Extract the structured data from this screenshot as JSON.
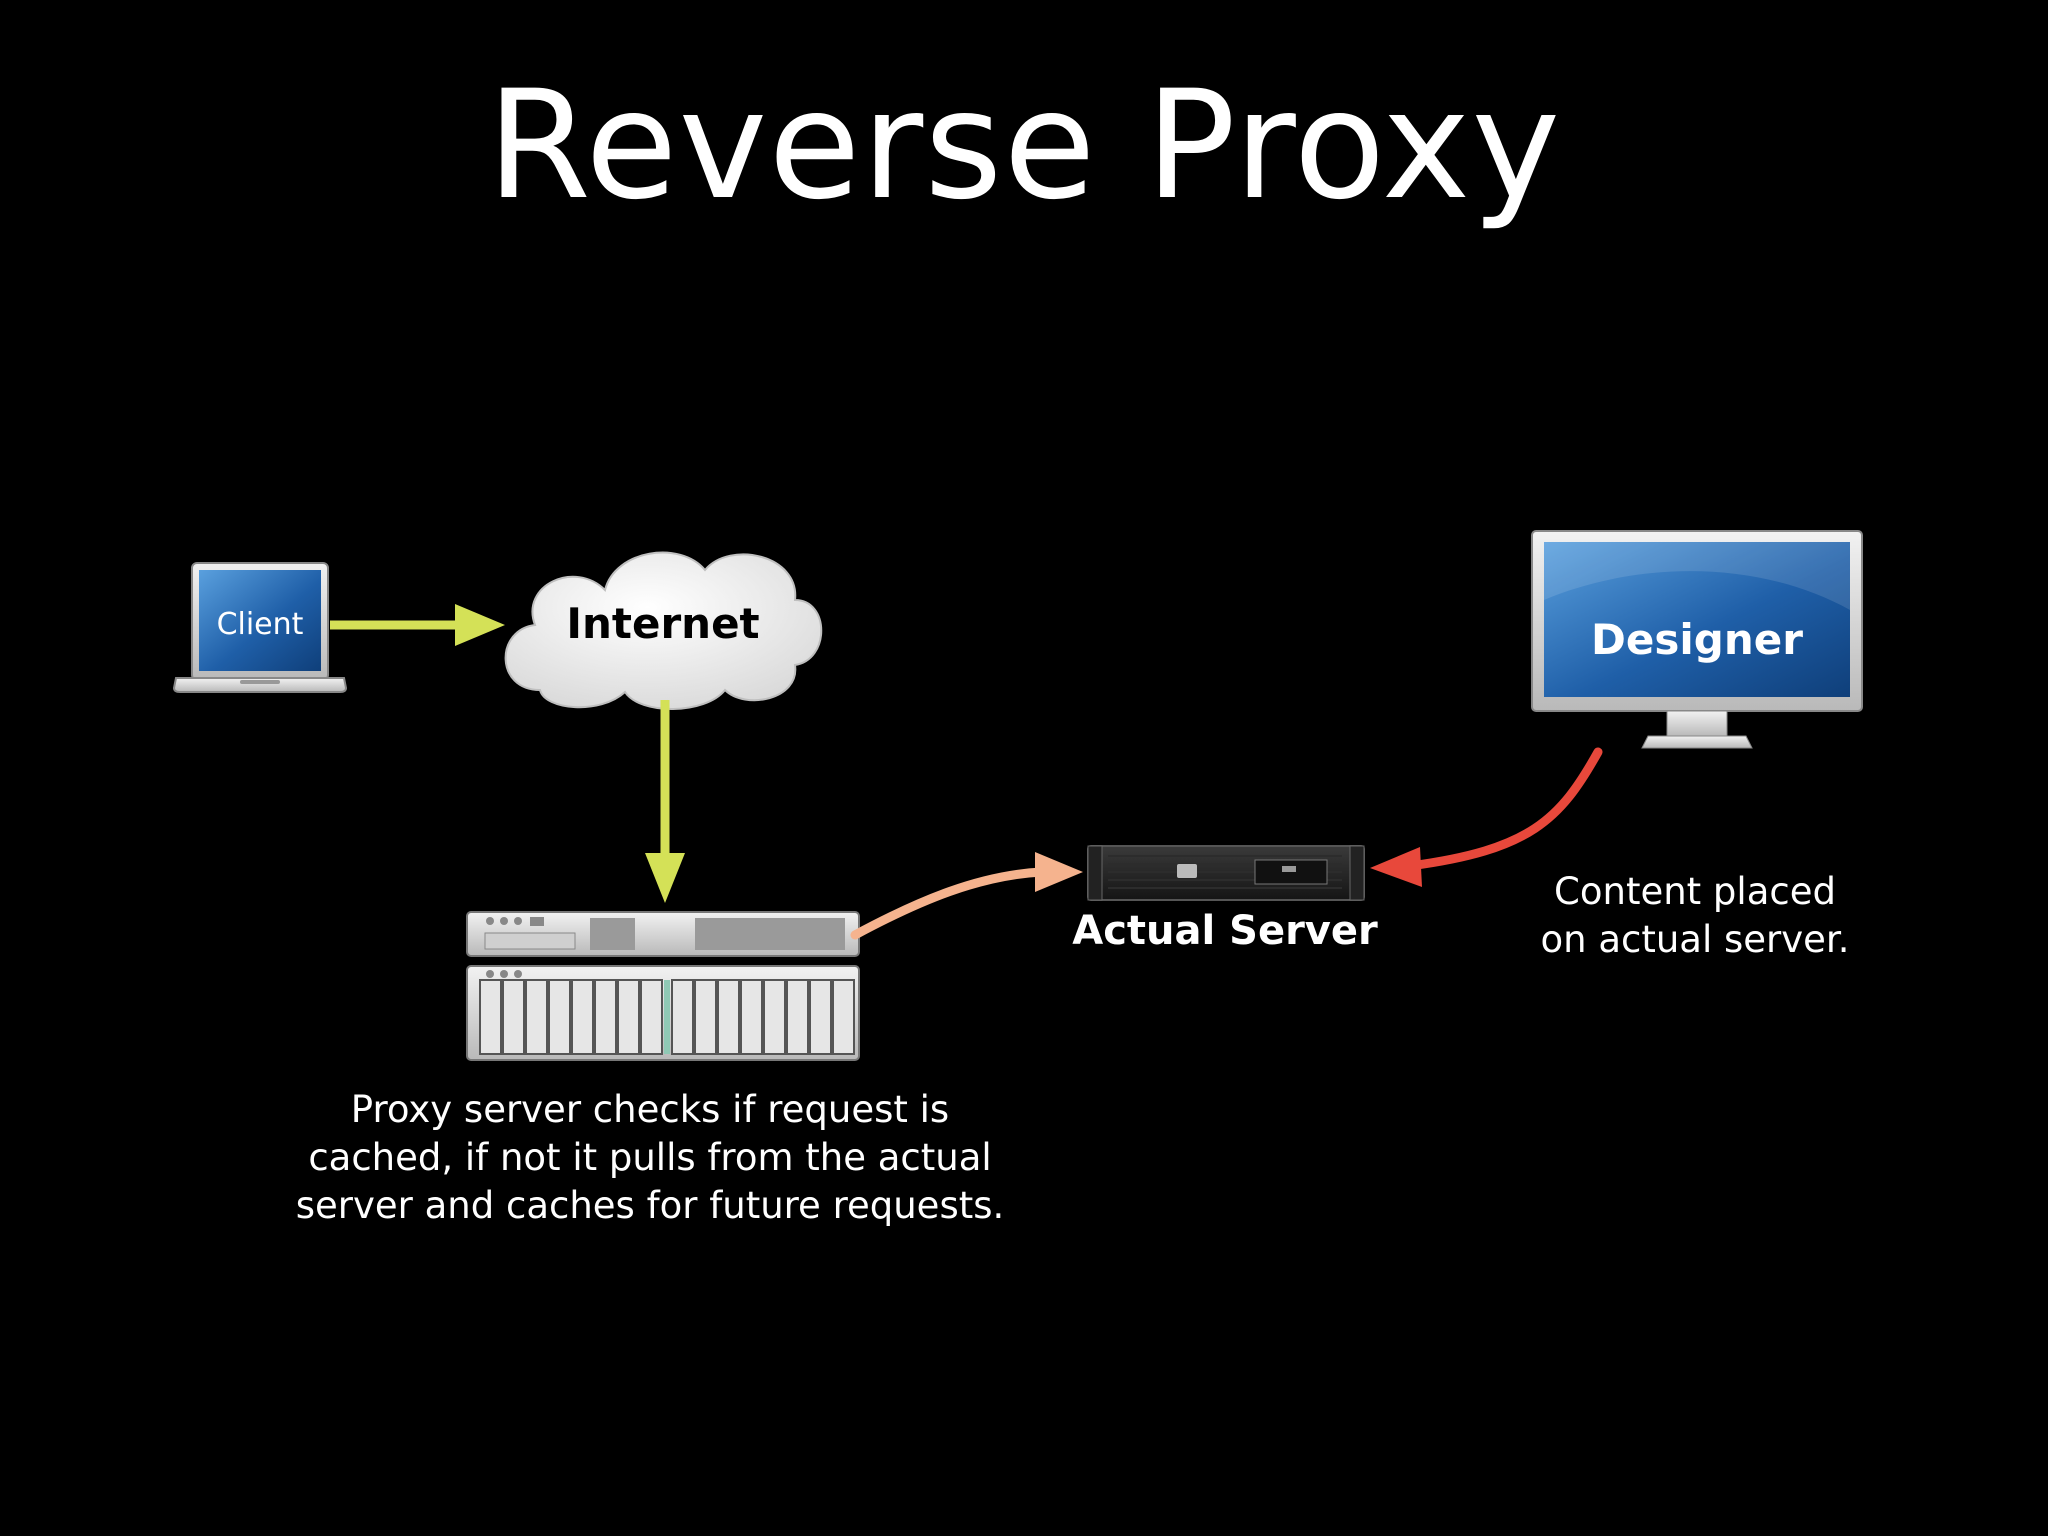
{
  "slide": {
    "title": "Reverse Proxy"
  },
  "nodes": {
    "client": {
      "label": "Client"
    },
    "internet": {
      "label": "Internet"
    },
    "actual_server": {
      "label": "Actual Server"
    },
    "designer": {
      "label": "Designer"
    }
  },
  "captions": {
    "proxy": [
      "Proxy server checks if request is",
      "cached, if not it pulls from the actual",
      "server and caches for future requests."
    ],
    "designer": [
      "Content placed",
      "on actual server."
    ]
  },
  "colors": {
    "background": "#000000",
    "arrow_request": "#d4e157",
    "arrow_proxy_to_server": "#f5b38e",
    "arrow_designer": "#e8483b",
    "screen_blue": "#1f5fa8"
  }
}
